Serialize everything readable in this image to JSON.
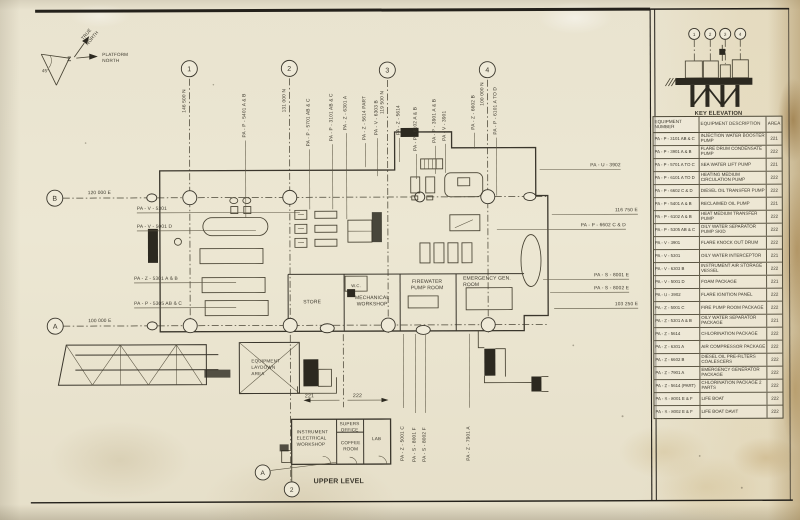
{
  "compass": {
    "true_north": [
      "TRUE",
      "NORTH"
    ],
    "platform_north": [
      "PLATFORM",
      "NORTH"
    ],
    "origin": "Z",
    "angle": "45°"
  },
  "grid": {
    "columns": [
      {
        "no": "1",
        "coord": "146 500 N"
      },
      {
        "no": "2",
        "coord": "131 000 N"
      },
      {
        "no": "3",
        "coord": "119 500 N"
      },
      {
        "no": "4",
        "coord": "100 000 N"
      }
    ],
    "rows": [
      {
        "no": "B",
        "coord": "120 000 E"
      },
      {
        "no": "A",
        "coord": "100 000 E"
      }
    ]
  },
  "plan": {
    "top_labels": [
      "PA - P - 5401 A & B",
      "PA - P - 5701 AB & C",
      "PA - P - 3101 AB & C",
      "PA - Z - 6301 A",
      "PA - Z - 5614 PART",
      "PA - V - 6303 B",
      "PA - Z - 5614",
      "PA - P - 6102 A & B",
      "PA - P - 3901 A & B",
      "PA - V - 3901",
      "PA - Z - 6602 B",
      "PA - P - 6101 A TO D"
    ],
    "left_labels": [
      "PA - V - 5301",
      "PA - V - 5001 D",
      "PA - Z - 5301 A & B",
      "PA - P - 5305 AB & C"
    ],
    "right_labels": [
      "PA - U - 3902",
      "116 750 E",
      "PA - P - 6602 C & D",
      "PA - S - 8001 E",
      "PA - S - 8002 E",
      "103 250 E"
    ],
    "rooms": [
      [
        "STORE"
      ],
      [
        "W.C."
      ],
      [
        "MECHANICAL",
        "WORKSHOP"
      ],
      [
        "FIREWATER",
        "PUMP ROOM"
      ],
      [
        "EMERGENCY GEN.",
        "ROOM"
      ],
      [
        "EQUIPMENT",
        "LAYDOWN",
        "AREA"
      ]
    ],
    "area_left": "221",
    "area_right": "222"
  },
  "upper_level": {
    "title": "UPPER LEVEL",
    "rooms": [
      [
        "INSTRUMENT",
        "ELECTRICAL",
        "WORKSHOP"
      ],
      [
        "SUPERS",
        "OFFICE"
      ],
      [
        "COFFEE",
        "ROOM"
      ],
      [
        "LAB"
      ]
    ],
    "side_labels": [
      "PA - Z - 5001 C",
      "PA - S - 8001 F",
      "PA - S - 8002 F",
      "PA - Z - 7901 A"
    ],
    "datum_a": "A",
    "datum_2": "2"
  },
  "key_elevation": {
    "title": "KEY ELEVATION",
    "columns": [
      "1",
      "2",
      "3",
      "4"
    ]
  },
  "equipment_table": {
    "headers": [
      "EQUIPMENT NUMBER",
      "EQUIPMENT DESCRIPTION",
      "AREA"
    ],
    "rows": [
      [
        "PA - P - 3101 AB & C",
        "INJECTION WATER BOOSTER PUMP",
        "221"
      ],
      [
        "PA - P - 3901 A & B",
        "FLARE DRUM CONDENSATE PUMP",
        "222"
      ],
      [
        "PA - P - 5701 A TO C",
        "SEA WATER LIFT PUMP",
        "221"
      ],
      [
        "PA - P - 6101 A TO D",
        "HEATING MEDIUM CIRCULATION PUMP",
        "222"
      ],
      [
        "PA - P - 6602 C & D",
        "DIESEL OIL TRANSFER PUMP",
        "222"
      ],
      [
        "PA - P - 5401 A & B",
        "RECLAIMED OIL PUMP",
        "221"
      ],
      [
        "PA - P - 6102 A & B",
        "HEAT MEDIUM TRANSFER PUMP",
        "222"
      ],
      [
        "PA - P - 5305 AB & C",
        "OILY WATER SEPARATOR PUMP SKID",
        "222"
      ],
      [
        "PA - V - 3901",
        "FLARE KNOCK OUT DRUM",
        "222"
      ],
      [
        "PA - V - 5301",
        "OILY WATER INTERCEPTOR",
        "221"
      ],
      [
        "PA - V - 6303 B",
        "INSTRUMENT AIR STORAGE VESSEL",
        "222"
      ],
      [
        "PA - V - 5001 D",
        "FOAM PACKAGE",
        "221"
      ],
      [
        "PA - U - 3902",
        "FLARE IGNITION PANEL",
        "222"
      ],
      [
        "PA - Z - 5001 C",
        "FIRE PUMP ROOM PACKAGE",
        "222"
      ],
      [
        "PA - Z - 5301 A & B",
        "OILY WATER SEPARATOR PACKAGE",
        "221"
      ],
      [
        "PA - Z - 5614",
        "CHLORINATION PACKAGE",
        "222"
      ],
      [
        "PA - Z - 6301 A",
        "AIR COMPRESSOR PACKAGE",
        "222"
      ],
      [
        "PA - Z - 6602 B",
        "DIESEL OIL PRE-FILTERS COALESCERS",
        "222"
      ],
      [
        "PA - Z - 7901 A",
        "EMERGENCY GENERATOR PACKAGE",
        "222"
      ],
      [
        "PA - Z - 5614 (PART)",
        "CHLORINATION PACKAGE 2 PARTS",
        "222"
      ],
      [
        "PA - S - 8001 E & F",
        "LIFE BOAT",
        "222"
      ],
      [
        "PA - S - 8002 E & F",
        "LIFE BOAT DAVIT",
        "222"
      ]
    ]
  },
  "colors": {
    "paper": "#e9e3cf",
    "ink": "#3b382f",
    "stain": "#b3905a"
  }
}
